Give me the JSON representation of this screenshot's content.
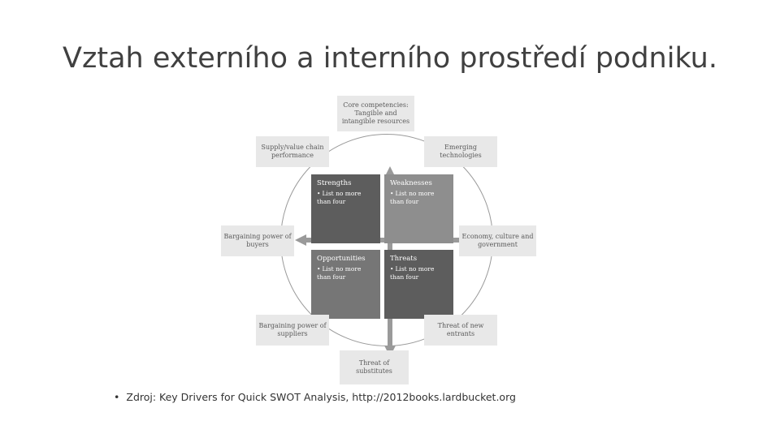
{
  "slide": {
    "title": "Vztah externího a interního prostředí podniku.",
    "source_bullet": "•",
    "source_text": "Zdroj: Key Drivers for Quick SWOT Analysis, http://2012books.lardbucket.org"
  },
  "diagram": {
    "quadrants": [
      {
        "key": "strengths",
        "title": "Strengths",
        "item": "List no more than four",
        "color": "#5d5d5d"
      },
      {
        "key": "weaknesses",
        "title": "Weaknesses",
        "item": "List no more than four",
        "color": "#8e8e8e"
      },
      {
        "key": "opportunities",
        "title": "Opportunities",
        "item": "List no more than four",
        "color": "#767676"
      },
      {
        "key": "threats",
        "title": "Threats",
        "item": "List no more than four",
        "color": "#5d5d5d"
      }
    ],
    "outer_boxes": [
      {
        "key": "core-competencies",
        "text": "Core competencies: Tangible and intangible resources"
      },
      {
        "key": "supply-value-chain",
        "text": "Supply/value chain performance"
      },
      {
        "key": "emerging-technologies",
        "text": "Emerging technologies"
      },
      {
        "key": "bargaining-power-buyers",
        "text": "Bargaining power of buyers"
      },
      {
        "key": "economy-culture-government",
        "text": "Economy, culture and government"
      },
      {
        "key": "bargaining-power-suppliers",
        "text": "Bargaining power of suppliers"
      },
      {
        "key": "threat-new-entrants",
        "text": "Threat of new entrants"
      },
      {
        "key": "threat-substitutes",
        "text": "Threat of substitutes"
      }
    ],
    "colors": {
      "outer_box_fill": "#e8e8e8",
      "outer_box_text": "#5a5a5a",
      "circle_stroke": "#9a9a9a",
      "arrow_fill": "#9a9a9a"
    }
  }
}
